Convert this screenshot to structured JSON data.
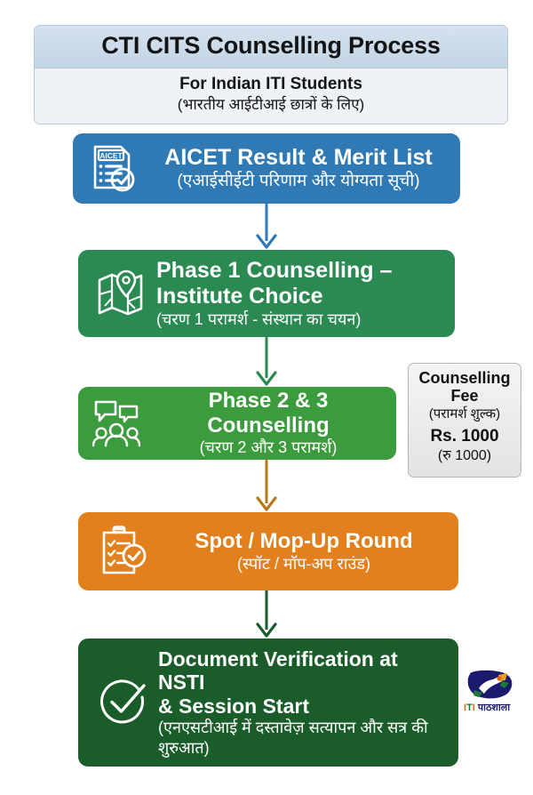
{
  "header": {
    "title": "CTI CITS Counselling Process",
    "subtitle_en": "For Indian ITI Students",
    "subtitle_hi": "(भारतीय आईटीआई छात्रों के लिए)",
    "band_color": "#c2d5e5",
    "sub_band_color": "#eef2f7"
  },
  "flow": {
    "steps": [
      {
        "id": "aicet",
        "label_en": "AICET Result & Merit List",
        "label_hi": "(एआईसीईटी परिणाम और योग्यता सूची)",
        "icon": "document-check-icon",
        "icon_caption": "AICET",
        "color": "#2f79b5"
      },
      {
        "id": "phase1",
        "label_en": "Phase 1 Counselling – Institute Choice",
        "label_en_line1": "Phase 1 Counselling –",
        "label_en_line2": "Institute Choice",
        "label_hi": "(चरण 1 परामर्श - संस्थान का चयन)",
        "icon": "map-pin-icon",
        "color": "#2a8a52"
      },
      {
        "id": "phase23",
        "label_en": "Phase 2 & 3 Counselling",
        "label_hi": "(चरण 2 और 3 परामर्श)",
        "icon": "group-chat-icon",
        "color": "#3c9b3c"
      },
      {
        "id": "spot",
        "label_en": "Spot / Mop-Up Round",
        "label_hi": "(स्पॉट / मॉप-अप राउंड)",
        "icon": "clipboard-check-icon",
        "color": "#e2801e"
      },
      {
        "id": "docver",
        "label_en": "Document Verification at NSTI & Session Start",
        "label_en_line1": "Document Verification at NSTI",
        "label_en_line2": "& Session Start",
        "label_hi": "(एनएसटीआई में दस्तावेज़ सत्यापन और सत्र की शुरुआत)",
        "icon": "check-circle-icon",
        "color": "#1a5c2a"
      }
    ],
    "connectors": [
      {
        "id": "conn-1",
        "icon": "arrow-down-icon",
        "color": "#2f79b5"
      },
      {
        "id": "conn-2",
        "icon": "arrow-down-icon",
        "color": "#2a8a52"
      },
      {
        "id": "conn-3",
        "icon": "arrow-down-icon",
        "color": "#b5781a"
      },
      {
        "id": "conn-4",
        "icon": "arrow-down-icon",
        "color": "#1a5c2a"
      }
    ]
  },
  "fee_card": {
    "title_en_line1": "Counselling",
    "title_en_line2": "Fee",
    "title_hi": "(परामर्श शुल्क)",
    "amount_en": "Rs. 1000",
    "amount_hi": "(रु 1000)"
  },
  "brand": {
    "logo_icon": "iti-pathshala-logo-icon",
    "text_i": "I",
    "text_t": "T",
    "text_i2": "I",
    "text_pathshala": "पाठशाला",
    "colors": {
      "orange": "#e06a12",
      "green": "#1a7a3a",
      "navy": "#1a1a6e"
    }
  }
}
